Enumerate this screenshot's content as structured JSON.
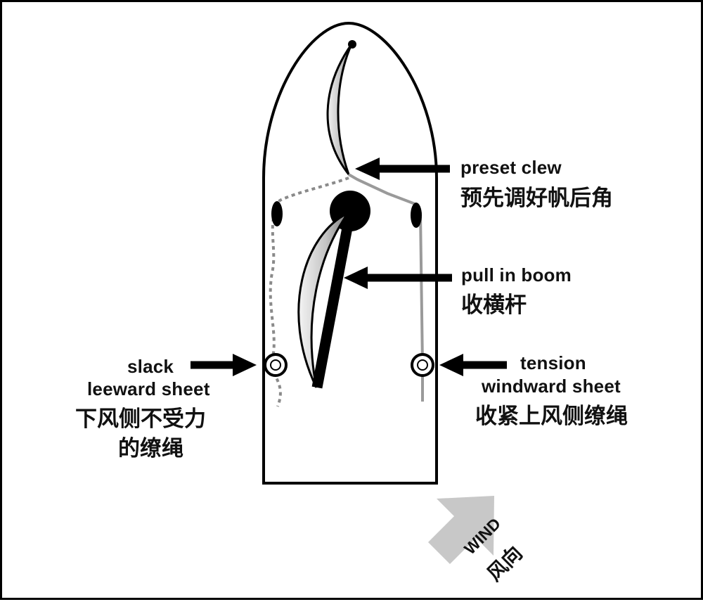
{
  "labels": {
    "preset_clew_en": "preset clew",
    "preset_clew_zh": "预先调好帆后角",
    "pull_boom_en": "pull in boom",
    "pull_boom_zh": "收横杆",
    "slack_en_1": "slack",
    "slack_en_2": "leeward sheet",
    "slack_zh_1": "下风侧不受力",
    "slack_zh_2": "的缭绳",
    "tension_en_1": "tension",
    "tension_en_2": "windward sheet",
    "tension_zh": "收紧上风侧缭绳",
    "wind_en": "WIND",
    "wind_zh": "风向"
  },
  "colors": {
    "outline": "#000000",
    "sail_fill": "#c9c9c9",
    "sheet_gray": "#9a9a9a",
    "wind_arrow": "#c8c8c8"
  }
}
